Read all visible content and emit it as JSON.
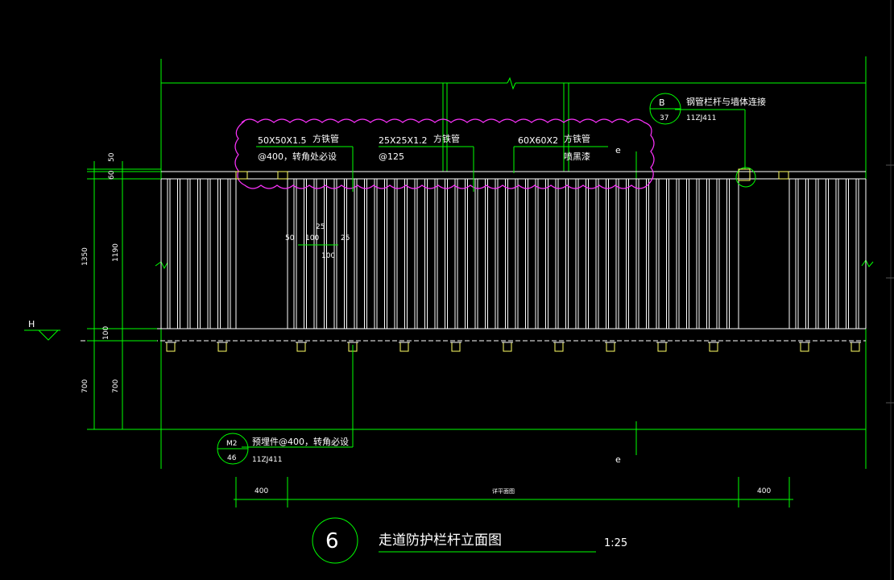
{
  "drawing": {
    "title": "走道防护栏杆立面图",
    "scale": "1:25",
    "detail_number": "6",
    "axis_label_top": "e",
    "axis_label_bottom": "e",
    "level_mark": "H",
    "notes": {
      "n1_spec": "50X50X1.5",
      "n1_type": "方铁管",
      "n1_extra": "@400，转角处必设",
      "n2_spec": "25X25X1.2",
      "n2_type": "方铁管",
      "n2_extra": "@125",
      "n3_spec": "60X60X2",
      "n3_type": "方铁管",
      "n3_extra": "喷黑漆",
      "wall_conn": "钢管栏杆与墙体连接",
      "embed": "预埋件@400，转角必设"
    },
    "callouts": {
      "top_letter": "B",
      "top_number": "37",
      "top_ref": "11ZJ411",
      "bottom_letter": "M2",
      "bottom_number": "46",
      "bottom_ref": "11ZJ411"
    },
    "dims_left": {
      "d50": "50",
      "d60": "60",
      "d1350": "1350",
      "d1190": "1190",
      "d100": "100",
      "d700a": "700",
      "d700b": "700"
    },
    "dims_detail": {
      "d50": "50",
      "d100a": "100",
      "d25a": "25",
      "d25b": "25",
      "d100b": "100"
    },
    "dims_bottom": {
      "left": "400",
      "middle": "详平面图",
      "right": "400"
    }
  }
}
